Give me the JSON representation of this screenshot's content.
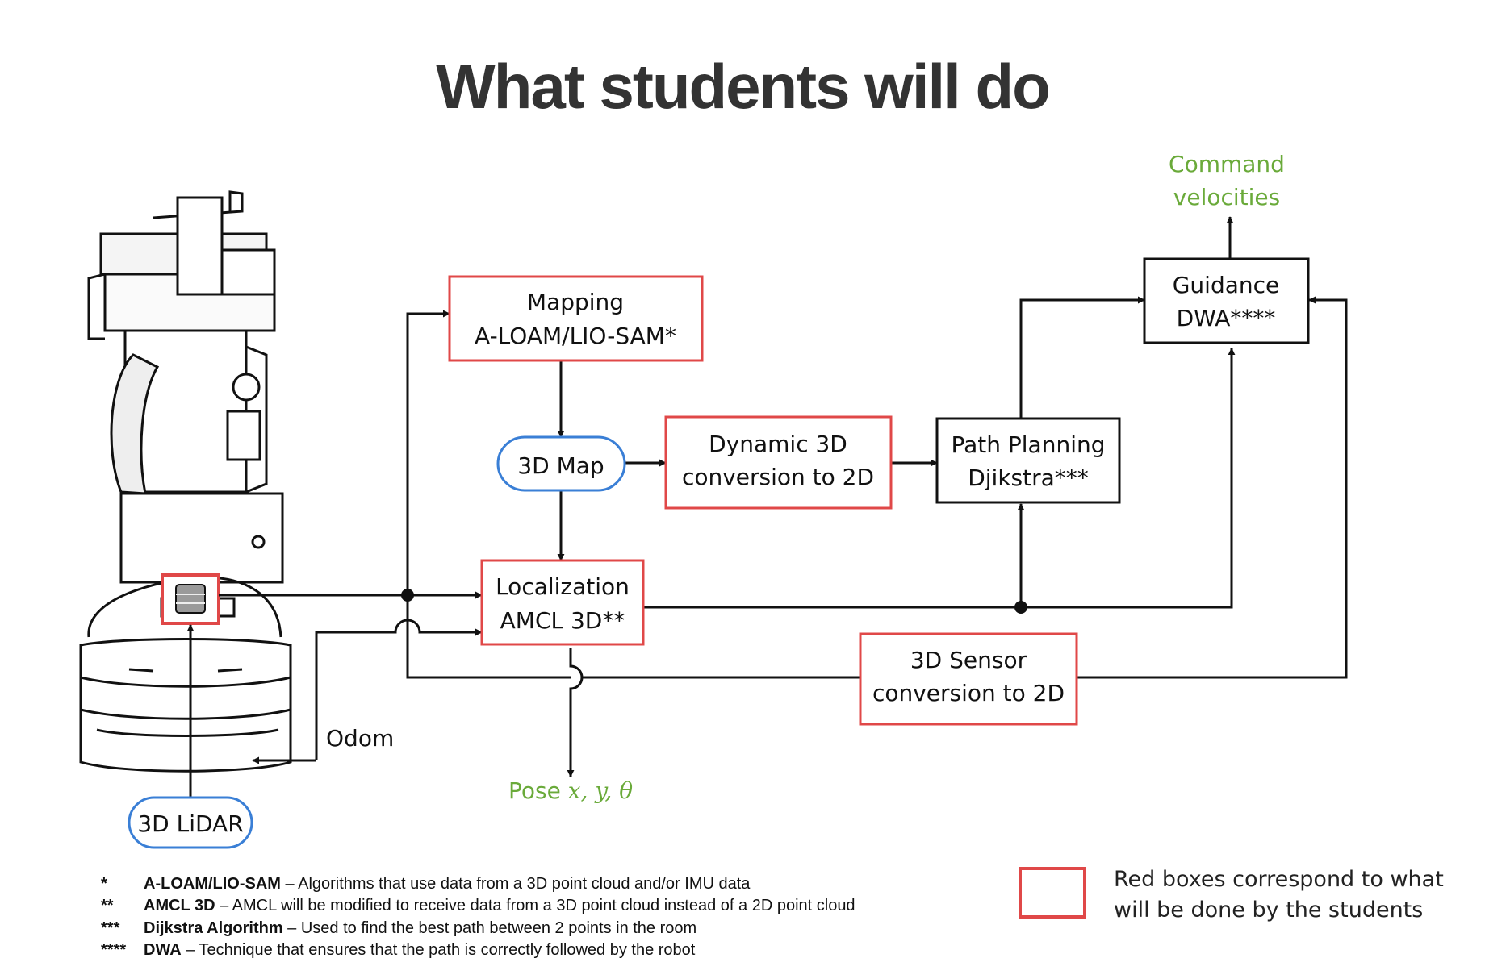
{
  "title": "What students will do",
  "nodes": {
    "mapping": [
      "Mapping",
      "A-LOAM/LIO-SAM*"
    ],
    "map3d": [
      "3D Map"
    ],
    "dynamic": [
      "Dynamic 3D",
      "conversion to 2D"
    ],
    "pathplan": [
      "Path Planning",
      "Djikstra***"
    ],
    "guidance": [
      "Guidance",
      "DWA****"
    ],
    "localization": [
      "Localization",
      "AMCL 3D**"
    ],
    "sensor": [
      "3D Sensor",
      "conversion to 2D"
    ],
    "lidar": [
      "3D LiDAR"
    ]
  },
  "labels": {
    "command": [
      "Command",
      "velocities"
    ],
    "odom": "Odom",
    "pose_prefix": "Pose ",
    "pose_vars": "x, y, θ"
  },
  "footnotes": [
    {
      "mark": "*",
      "term": "A-LOAM/LIO-SAM",
      "desc": " – Algorithms that use data from a 3D point cloud and/or IMU data"
    },
    {
      "mark": "**",
      "term": "AMCL 3D",
      "desc": " – AMCL will be modified to receive data from a 3D point cloud instead of a 2D point cloud"
    },
    {
      "mark": "***",
      "term": "Dijkstra Algorithm",
      "desc": " – Used to find the best path between 2 points in the room"
    },
    {
      "mark": "****",
      "term": "DWA",
      "desc": " – Technique that ensures that the path is correctly followed by the robot"
    }
  ],
  "legend": "Red boxes correspond to what will be done by the students",
  "colors": {
    "student_box": "#e04848",
    "plain_box": "#111111",
    "pill": "#3a7fd6",
    "green_label": "#6aaa3a"
  }
}
